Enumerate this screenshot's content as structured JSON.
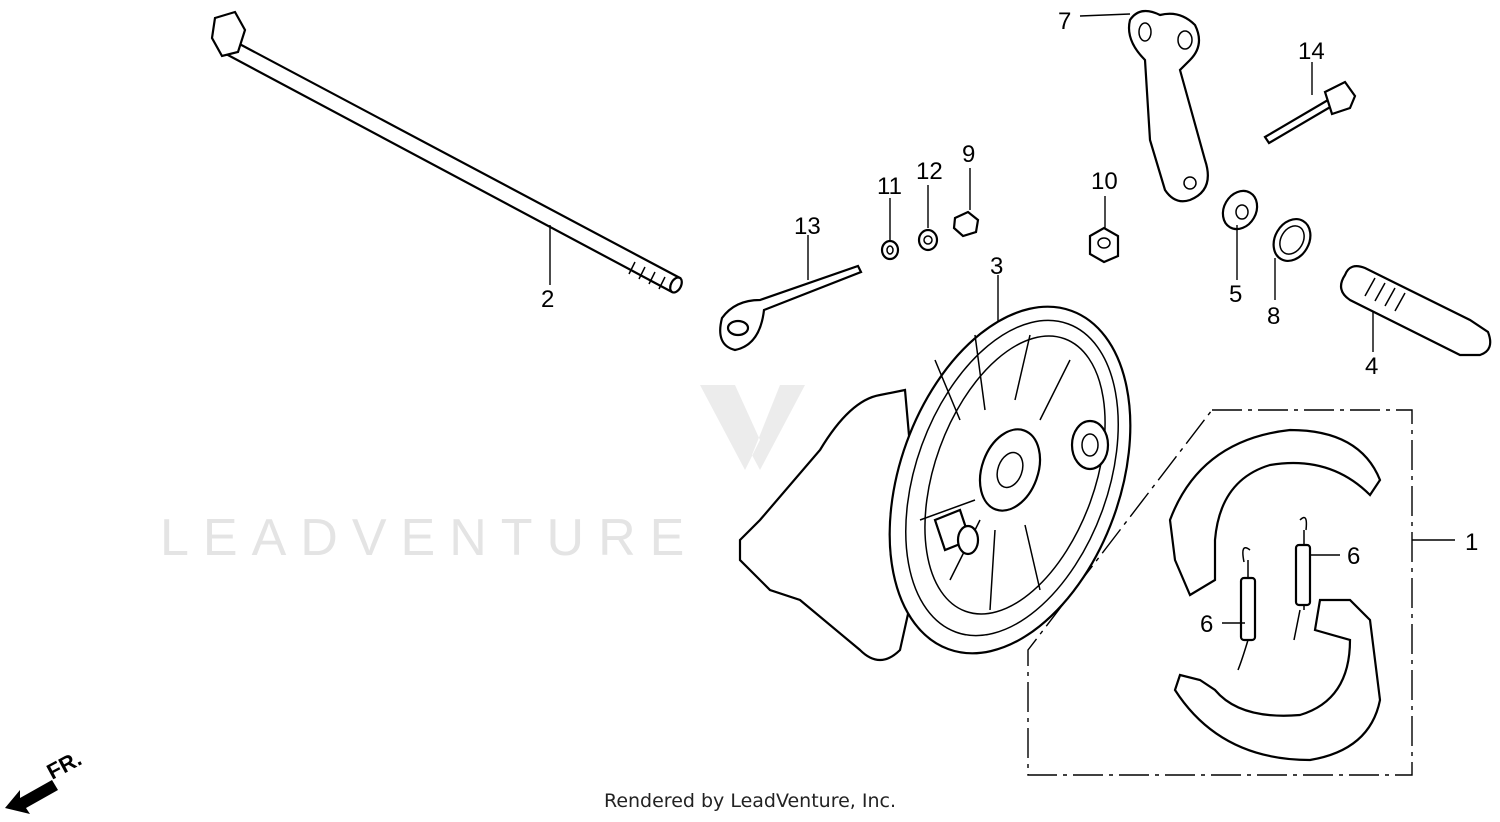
{
  "diagram": {
    "callouts": [
      {
        "id": "c1",
        "text": "1"
      },
      {
        "id": "c2",
        "text": "2"
      },
      {
        "id": "c3",
        "text": "3"
      },
      {
        "id": "c4",
        "text": "4"
      },
      {
        "id": "c5",
        "text": "5"
      },
      {
        "id": "c6a",
        "text": "6"
      },
      {
        "id": "c6b",
        "text": "6"
      },
      {
        "id": "c7",
        "text": "7"
      },
      {
        "id": "c8",
        "text": "8"
      },
      {
        "id": "c9",
        "text": "9"
      },
      {
        "id": "c10",
        "text": "10"
      },
      {
        "id": "c11",
        "text": "11"
      },
      {
        "id": "c12",
        "text": "12"
      },
      {
        "id": "c13",
        "text": "13"
      },
      {
        "id": "c14",
        "text": "14"
      }
    ],
    "direction_label": "FR.",
    "watermark": "LEADVENTURE"
  },
  "footer": {
    "text": "Rendered by LeadVenture, Inc."
  }
}
